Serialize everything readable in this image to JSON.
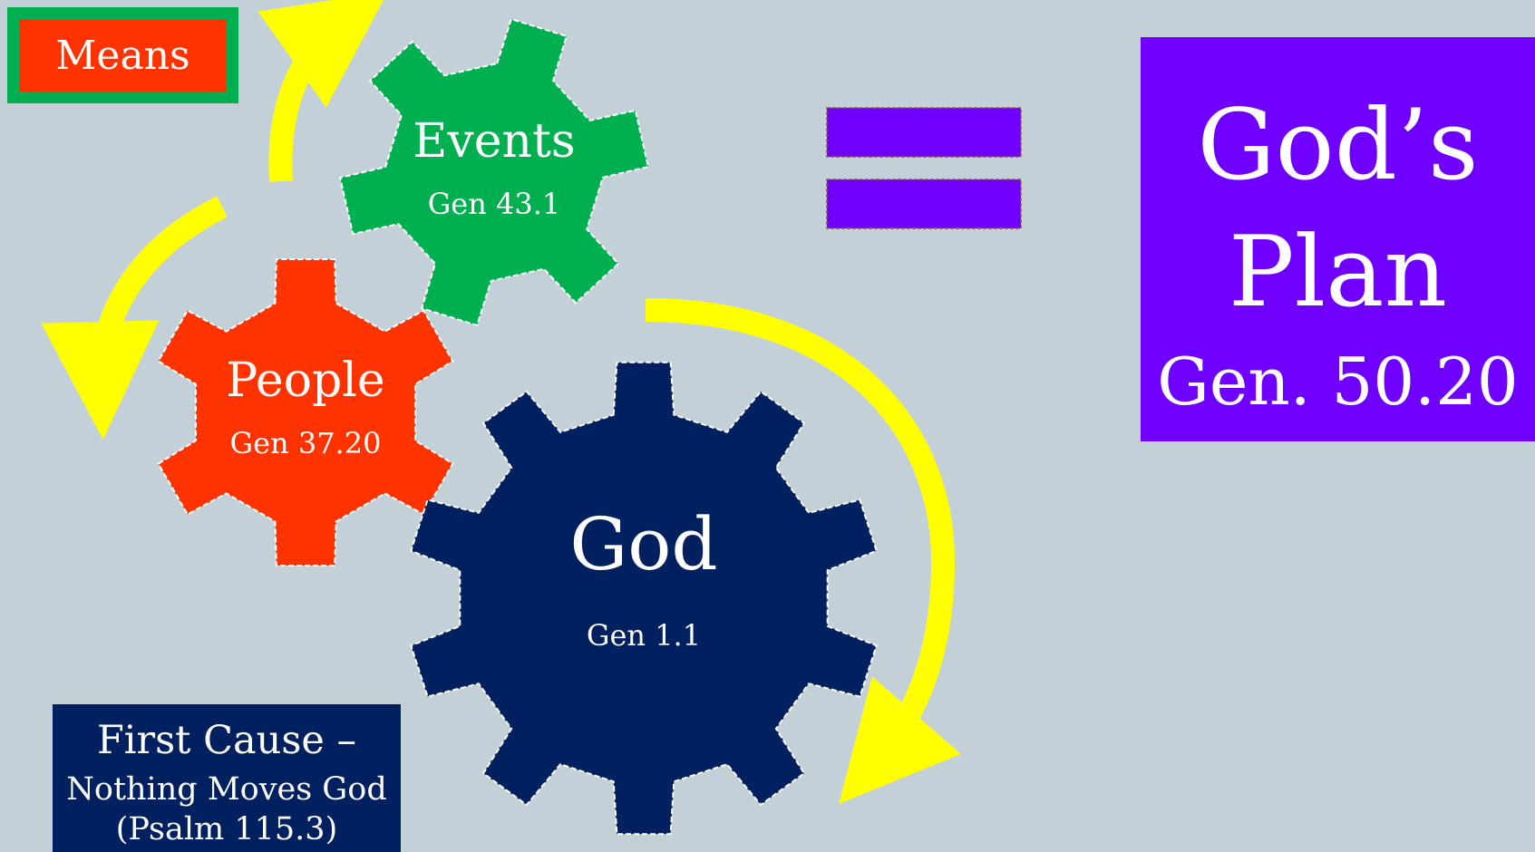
{
  "means": {
    "label": "Means"
  },
  "gears": {
    "events": {
      "label": "Events",
      "ref": "Gen 43.1"
    },
    "people": {
      "label": "People",
      "ref": "Gen 37.20"
    },
    "god": {
      "label": "God",
      "ref": "Gen 1.1"
    }
  },
  "plan": {
    "title_line1": "God’s",
    "title_line2": "Plan",
    "ref": "Gen. 50.20"
  },
  "first_cause": {
    "line1": "First Cause –",
    "line2": "Nothing Moves God",
    "line3": "(Psalm 115.3)"
  },
  "colors": {
    "background": "#c3d0d8",
    "means_border": "#00b050",
    "means_fill": "#ff3300",
    "events_gear": "#00b050",
    "people_gear": "#ff3300",
    "god_gear": "#002060",
    "arrow": "#ffff00",
    "equals_sign": "#6f00ff",
    "plan_box": "#6f00ff",
    "cause_box": "#002060"
  },
  "icons": {
    "rotation_arrow": "curved-arrow-icon",
    "equals": "equals-sign-icon",
    "gear": "gear-icon"
  }
}
